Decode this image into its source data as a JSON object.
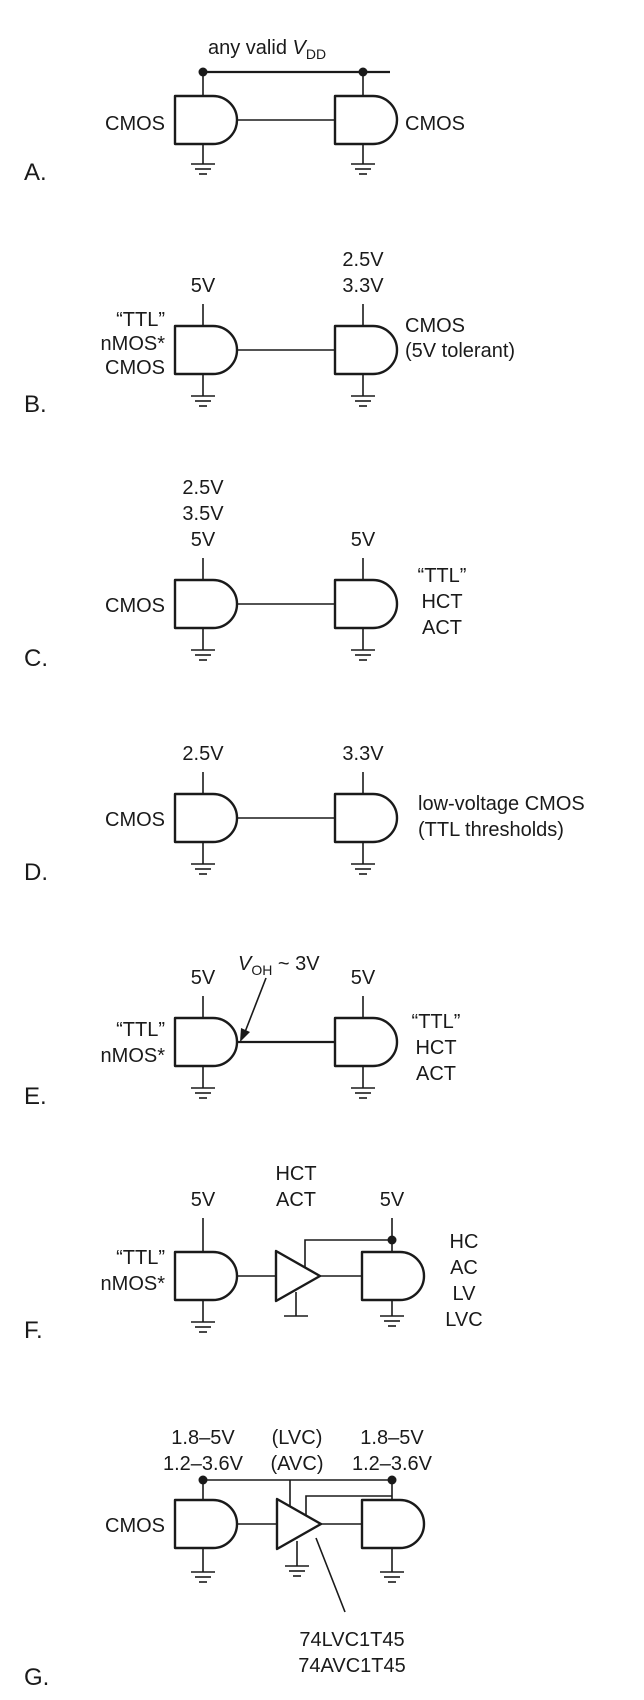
{
  "panels": {
    "A": {
      "letter": "A.",
      "vdd_prefix": "any valid ",
      "vdd_v": "V",
      "vdd_sub": "DD",
      "left_label": [
        "CMOS"
      ],
      "right_label": [
        "CMOS"
      ]
    },
    "B": {
      "letter": "B.",
      "left_supply": [
        "5V"
      ],
      "right_supply": [
        "2.5V",
        "3.3V"
      ],
      "left_label": [
        "“TTL”",
        "nMOS*",
        "CMOS"
      ],
      "right_label": [
        "CMOS",
        "(5V tolerant)"
      ]
    },
    "C": {
      "letter": "C.",
      "left_supply": [
        "2.5V",
        "3.5V",
        "5V"
      ],
      "right_supply": [
        "5V"
      ],
      "left_label": [
        "CMOS"
      ],
      "right_label": [
        "“TTL”",
        "HCT",
        "ACT"
      ]
    },
    "D": {
      "letter": "D.",
      "left_supply": [
        "2.5V"
      ],
      "right_supply": [
        "3.3V"
      ],
      "left_label": [
        "CMOS"
      ],
      "right_label": [
        "low-voltage CMOS",
        "(TTL thresholds)"
      ]
    },
    "E": {
      "letter": "E.",
      "left_supply": [
        "5V"
      ],
      "right_supply": [
        "5V"
      ],
      "left_label": [
        "“TTL”",
        "nMOS*"
      ],
      "right_label": [
        "“TTL”",
        "HCT",
        "ACT"
      ],
      "note_v": "V",
      "note_sub": "OH",
      "note_rest": " ~ 3V"
    },
    "F": {
      "letter": "F.",
      "left_supply": [
        "5V"
      ],
      "buffer_label": [
        "HCT",
        "ACT"
      ],
      "right_supply": [
        "5V"
      ],
      "left_label": [
        "“TTL”",
        "nMOS*"
      ],
      "right_label": [
        "HC",
        "AC",
        "LV",
        "LVC"
      ]
    },
    "G": {
      "letter": "G.",
      "left_supply": [
        "1.8–5V",
        "1.2–3.6V"
      ],
      "middle_label": [
        "(LVC)",
        "(AVC)"
      ],
      "right_supply": [
        "1.8–5V",
        "1.2–3.6V"
      ],
      "left_label": [
        "CMOS"
      ],
      "part_label": [
        "74LVC1T45",
        "74AVC1T45"
      ]
    }
  }
}
